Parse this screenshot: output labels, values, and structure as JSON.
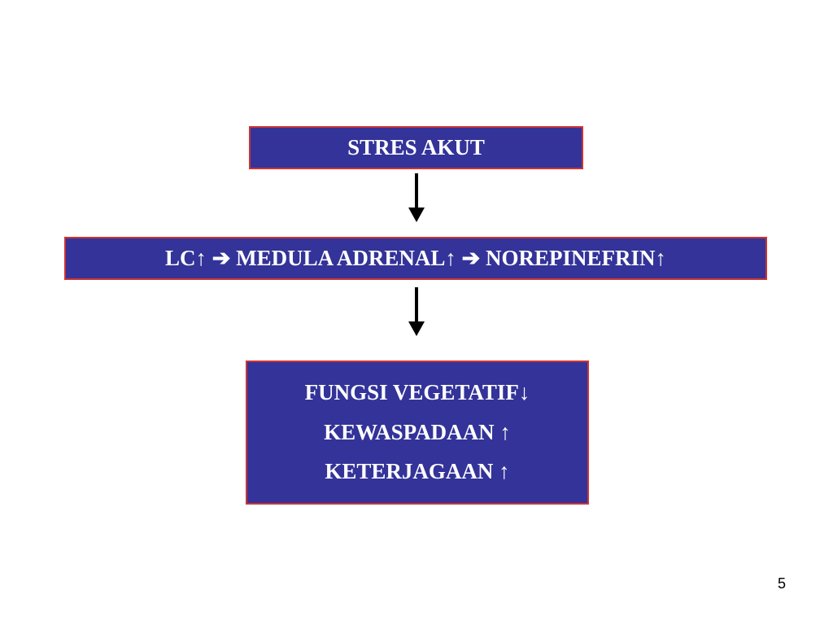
{
  "flow": {
    "top": {
      "text": "STRES AKUT"
    },
    "middle": {
      "text": "LC↑ ➔ MEDULA  ADRENAL↑ ➔ NOREPINEFRIN↑"
    },
    "bottom": {
      "lines": [
        "FUNGSI   VEGETATIF↓",
        "KEWASPADAAN  ↑",
        "KETERJAGAAN  ↑"
      ]
    }
  },
  "slide_number": "5",
  "colors": {
    "box_fill": "#333399",
    "box_border": "#cc3333",
    "box_text": "#ffffff",
    "arrow": "#000000"
  }
}
